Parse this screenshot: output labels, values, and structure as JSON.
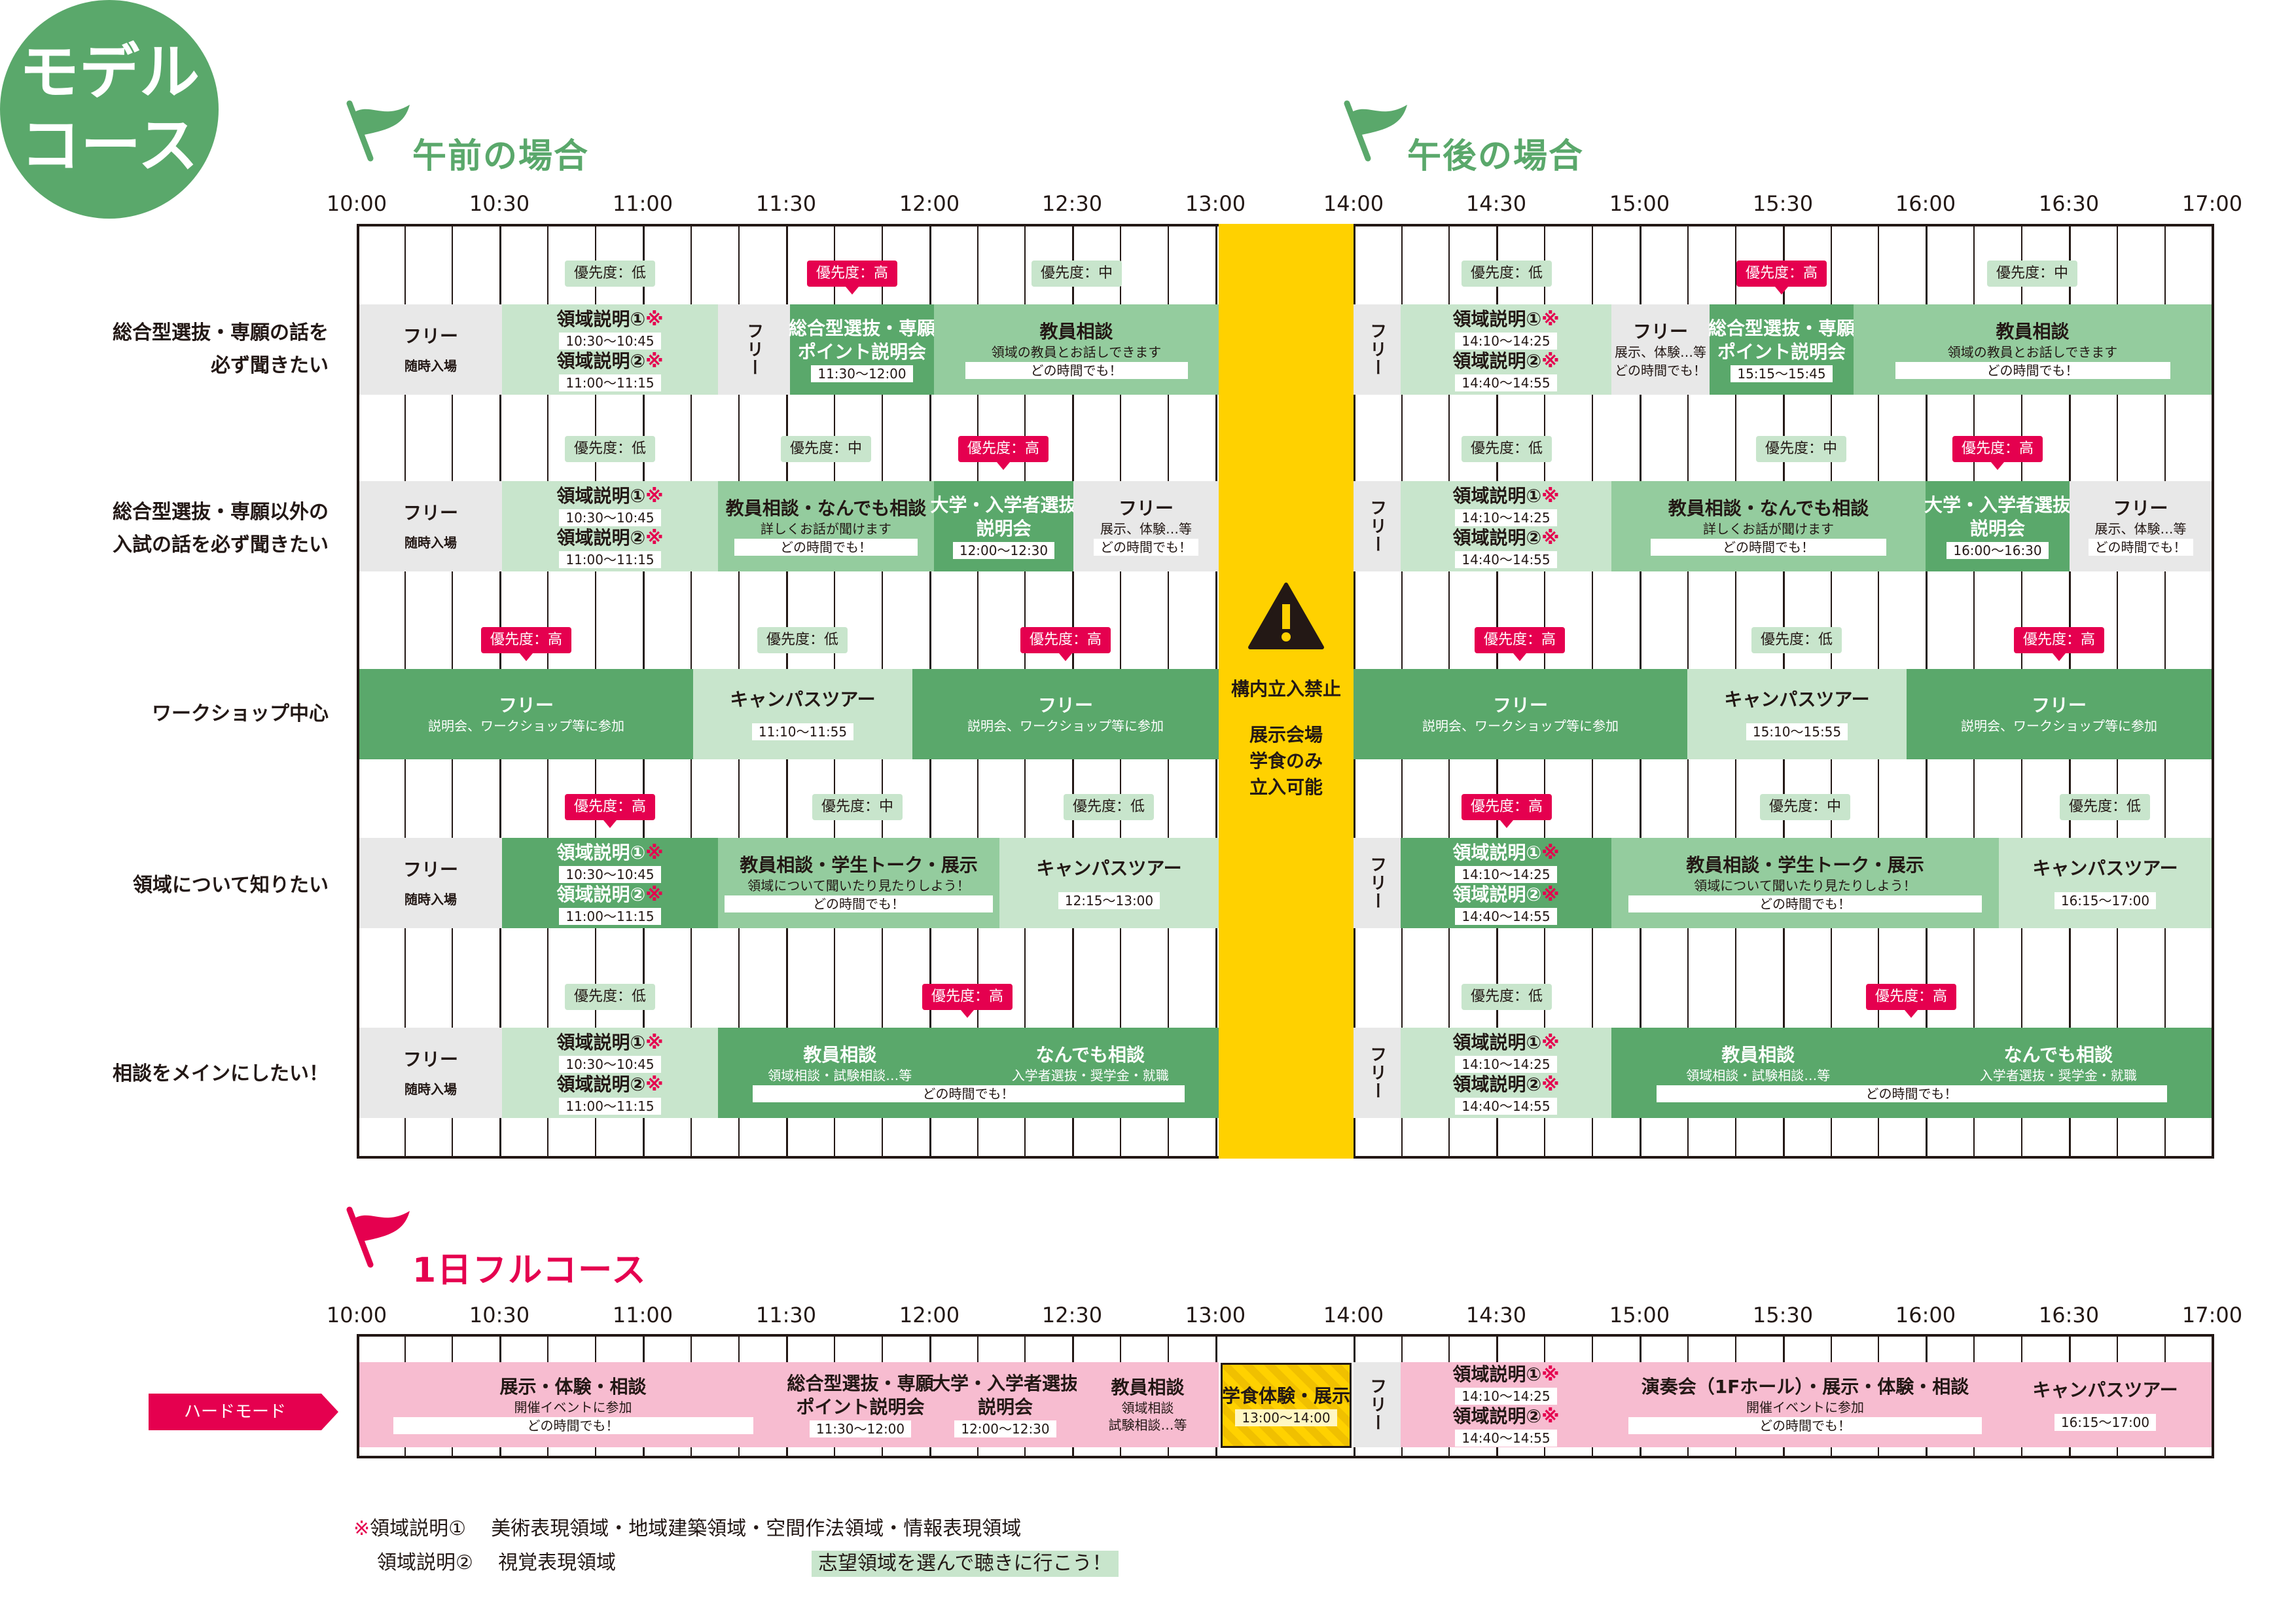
{
  "badge": {
    "line1": "モデル",
    "line2": "コース"
  },
  "sections": {
    "am": "午前の場合",
    "pm": "午後の場合",
    "full": "1日フルコース"
  },
  "times": [
    "10:00",
    "10:30",
    "11:00",
    "11:30",
    "12:00",
    "12:30",
    "13:00",
    "14:00",
    "14:30",
    "15:00",
    "15:30",
    "16:00",
    "16:30",
    "17:00"
  ],
  "rows": [
    {
      "label1": "総合型選抜・専願の話を",
      "label2": "必ず聞きたい"
    },
    {
      "label1": "総合型選抜・専願以外の",
      "label2": "入試の話を必ず聞きたい"
    },
    {
      "label1": "ワークショップ中心",
      "label2": ""
    },
    {
      "label1": "領域について知りたい",
      "label2": ""
    },
    {
      "label1": "相談をメインにしたい！",
      "label2": ""
    }
  ],
  "prio": {
    "low": "優先度：低",
    "mid": "優先度：中",
    "high": "優先度：高"
  },
  "txt": {
    "free": "フリー",
    "walkin": "随時入場",
    "ryoiki1": "領域説明①",
    "ryoiki2": "領域説明②",
    "mark": "※",
    "t1030_1045": "10:30～10:45",
    "t1100_1115": "11:00～11:15",
    "t1410_1425": "14:10～14:25",
    "t1440_1455": "14:40～14:55",
    "anytime": "どの時間でも！",
    "sogo1": "総合型選抜・専願",
    "sogo2": "ポイント説明会",
    "t1130_1200": "11:30～12:00",
    "t1515_1545": "15:15～15:45",
    "kyoin": "教員相談",
    "kyoin_sub": "領域の教員とお話しできます",
    "exhibit_sub": "展示、体験…等",
    "nandemo": "教員相談・なんでも相談",
    "nandemo_sub": "詳しくお話が聞けます",
    "daigaku1": "大学・入学者選抜",
    "daigaku2": "説明会",
    "t1200_1230": "12:00～12:30",
    "t1600_1630": "16:00～16:30",
    "ws_sub": "説明会、ワークショップ等に参加",
    "campus": "キャンパスツアー",
    "t1110_1155": "11:10～11:55",
    "t1510_1555": "15:10～15:55",
    "gakusei": "教員相談・学生トーク・展示",
    "gakusei_sub": "領域について聞いたり見たりしよう！",
    "t1215_1300": "12:15～13:00",
    "t1615_1700": "16:15～17:00",
    "kyoin_sub2": "領域相談・試験相談…等",
    "nandemo2": "なんでも相談",
    "nandemo2_sub": "入学者選抜・奨学金・就職",
    "tenji": "展示・体験・相談",
    "kaisai_sub": "開催イベントに参加",
    "kyoin_h1": "領域相談",
    "kyoin_h2": "試験相談…等",
    "ensokai": "演奏会（1Fホール）・展示・体験・相談",
    "t1615_1700b": "16:15～17:00"
  },
  "lunch": {
    "l1": "構内立入禁止",
    "l2": "展示会場",
    "l3": "学食のみ",
    "l4": "立入可能"
  },
  "full_lunch": {
    "l1": "学食体験・展示",
    "l2": "13:00～14:00"
  },
  "hard_mode": "ハードモード",
  "notes": {
    "mark": "※",
    "n1_label": "領域説明①",
    "n1_text": "美術表現領域・地域建築領域・空間作法領域・情報表現領域",
    "n2_label": "領域説明②",
    "n2_text": "視覚表現領域",
    "tip": "志望領域を選んで聴きに行こう！"
  },
  "colors": {
    "green": "#5aa86b",
    "pink": "#e5004f",
    "yellow": "#ffd100"
  }
}
